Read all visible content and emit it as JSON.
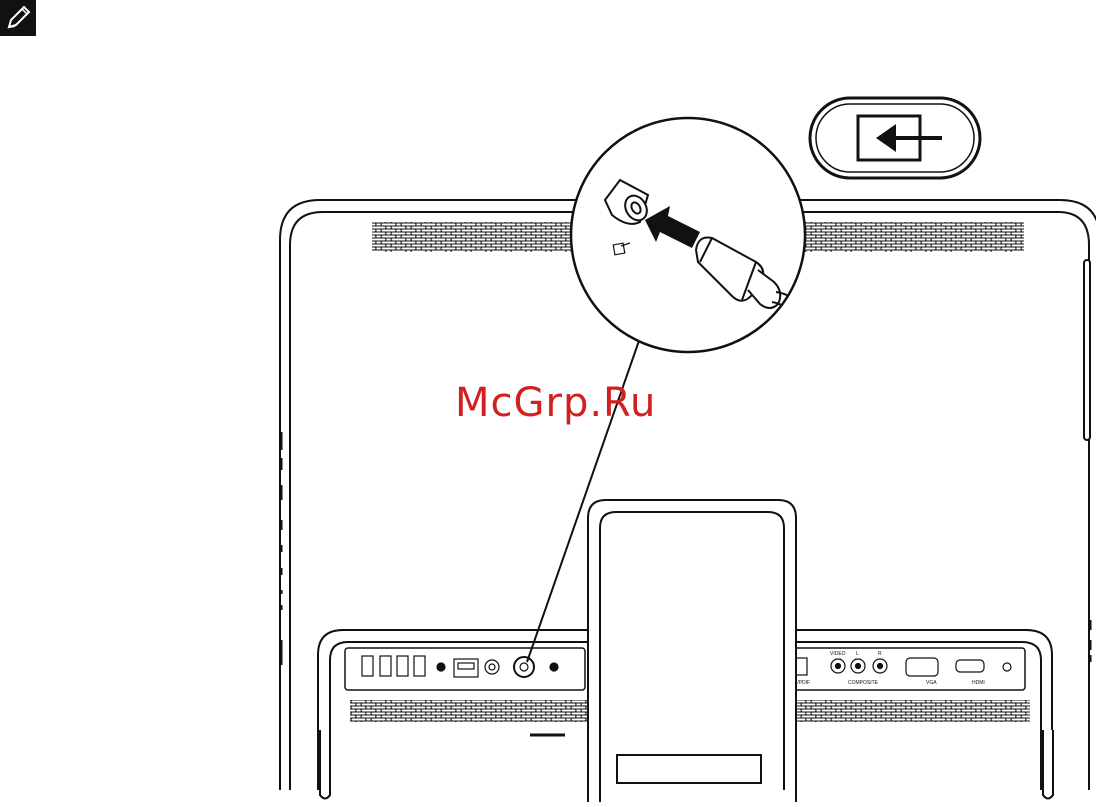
{
  "figure": {
    "watermark": "McGrp.Ru",
    "note_icon": "pencil-note-icon",
    "callout_icon": "power-input-icon",
    "rear_panel_labels": {
      "video": "VIDEO",
      "left": "L",
      "right": "R",
      "spdif": "S/PDIF",
      "composite": "COMPOSITE",
      "vga": "VGA",
      "hdmi": "HDMI"
    },
    "colors": {
      "line": "#111111",
      "fill": "#ffffff",
      "watermark": "#d21f1f"
    }
  }
}
